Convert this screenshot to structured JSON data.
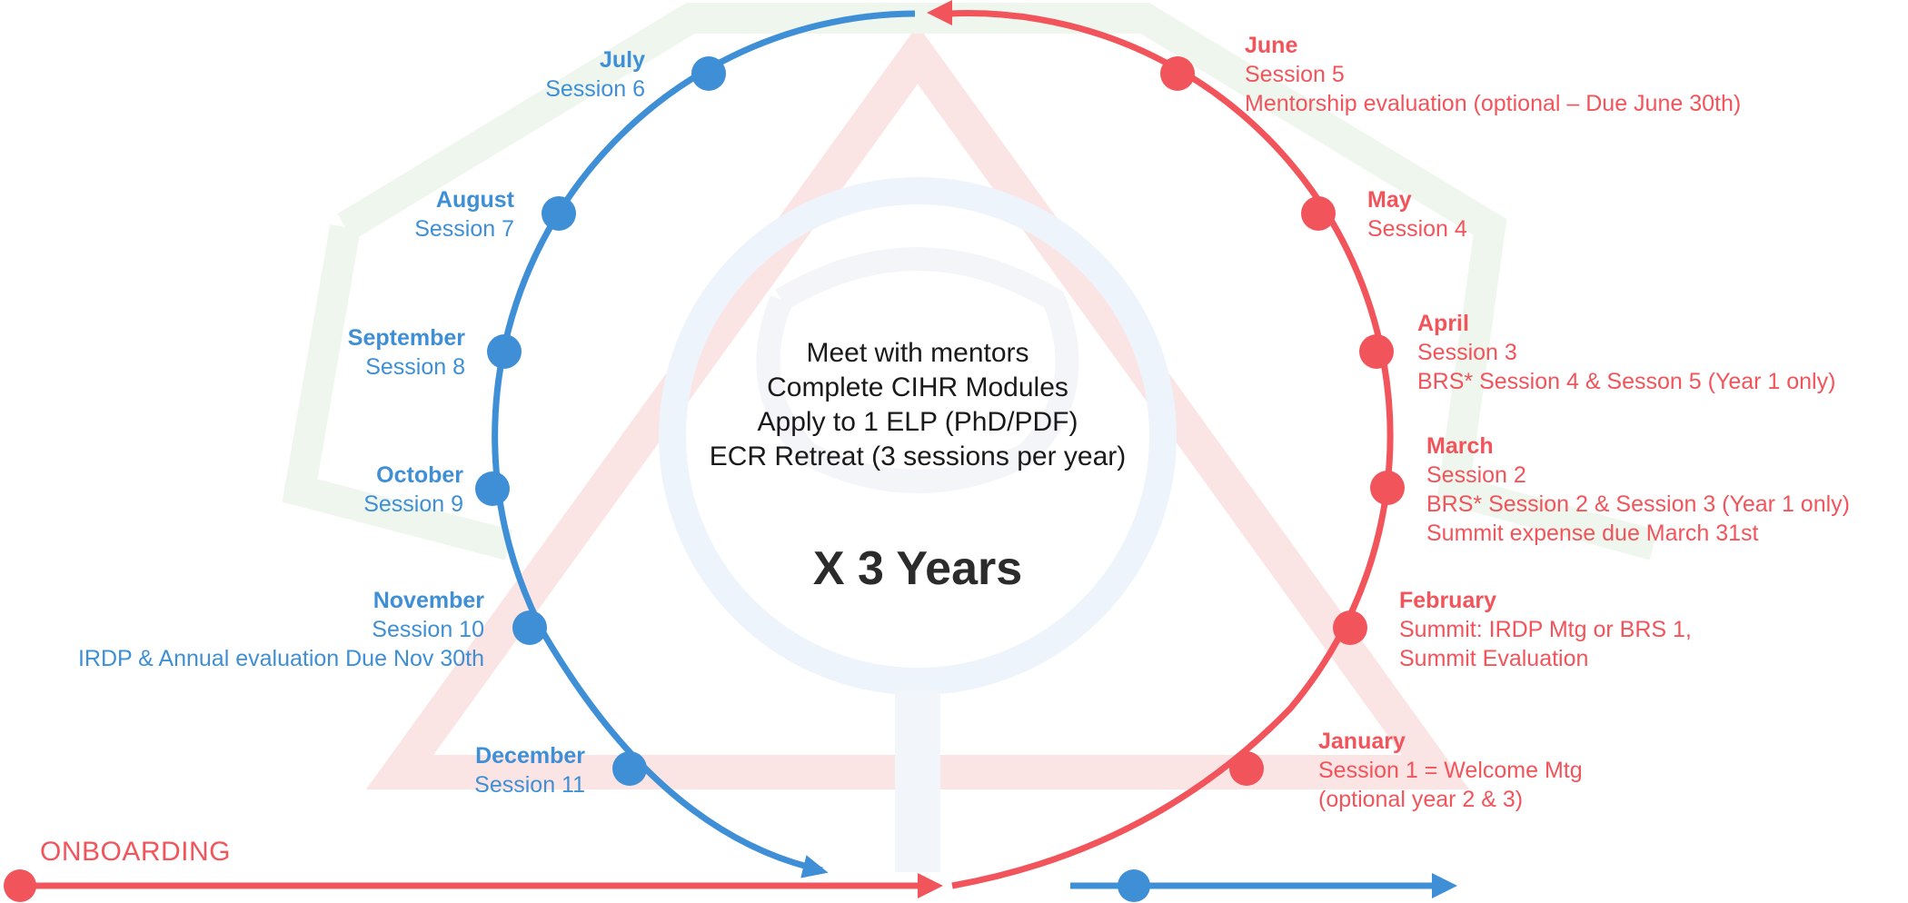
{
  "center": {
    "items": [
      "Meet with mentors",
      "Complete CIHR Modules",
      "Apply to 1 ELP (PhD/PDF)",
      "ECR Retreat (3 sessions per year)"
    ],
    "title": "X 3 Years"
  },
  "onboarding": {
    "label": "ONBOARDING"
  },
  "colors": {
    "red": "#f2545b",
    "blue": "#3f8fd6",
    "watermark": "#ecf3ec"
  },
  "months": {
    "june": {
      "month": "June",
      "lines": [
        "Session 5",
        "Mentorship evaluation (optional – Due June 30th)"
      ]
    },
    "may": {
      "month": "May",
      "lines": [
        "Session 4"
      ]
    },
    "april": {
      "month": "April",
      "lines": [
        "Session 3",
        "BRS* Session 4 & Sesson 5 (Year 1 only)"
      ]
    },
    "march": {
      "month": "March",
      "lines": [
        "Session 2",
        "BRS* Session 2 & Session 3 (Year 1 only)",
        "Summit expense due March 31st"
      ]
    },
    "february": {
      "month": "February",
      "lines": [
        "Summit: IRDP Mtg or BRS 1,",
        "Summit Evaluation"
      ]
    },
    "january": {
      "month": "January",
      "lines": [
        "Session 1 = Welcome Mtg",
        "(optional year 2 & 3)"
      ]
    },
    "july": {
      "month": "July",
      "lines": [
        "Session 6"
      ]
    },
    "august": {
      "month": "August",
      "lines": [
        "Session 7"
      ]
    },
    "september": {
      "month": "September",
      "lines": [
        "Session 8"
      ]
    },
    "october": {
      "month": "October",
      "lines": [
        "Session 9"
      ]
    },
    "november": {
      "month": "November",
      "lines": [
        "Session 10",
        "IRDP & Annual evaluation Due Nov 30th"
      ]
    },
    "december": {
      "month": "December",
      "lines": [
        "Session 11"
      ]
    }
  }
}
